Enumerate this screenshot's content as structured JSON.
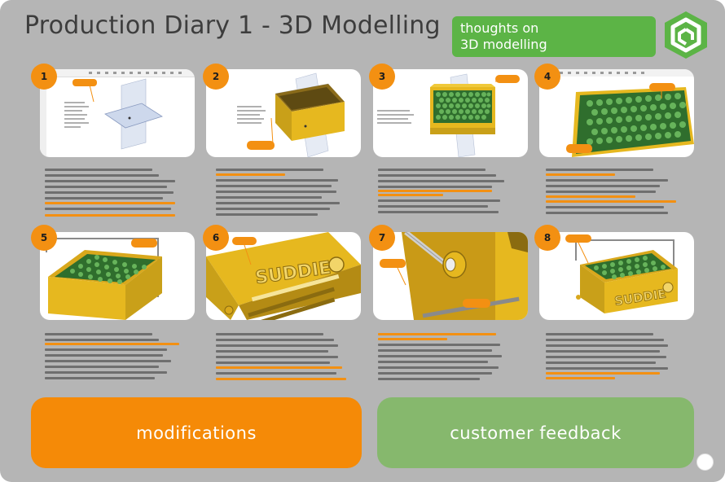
{
  "header": {
    "title": "Production Diary 1 - 3D Modelling",
    "thoughts_line1": "thoughts on",
    "thoughts_line2": "3D modelling"
  },
  "colors": {
    "board_gray": "#b5b5b5",
    "accent_orange": "#f39012",
    "accent_green": "#5cb446",
    "feedback_green": "#86b86d",
    "model_gold": "#e8b51e",
    "honeycomb_green": "#3f8f3a"
  },
  "steps": [
    {
      "number": "1",
      "icon": "sketch-planes-icon"
    },
    {
      "number": "2",
      "icon": "box-extrude-icon"
    },
    {
      "number": "3",
      "icon": "honeycomb-box-icon"
    },
    {
      "number": "4",
      "icon": "honeycomb-closeup-icon"
    },
    {
      "number": "5",
      "icon": "handle-box-icon"
    },
    {
      "number": "6",
      "icon": "logo-emboss-icon"
    },
    {
      "number": "7",
      "icon": "handle-joint-icon"
    },
    {
      "number": "8",
      "icon": "final-model-icon"
    }
  ],
  "buttons": {
    "modifications": "modifications",
    "customer_feedback": "customer feedback"
  }
}
